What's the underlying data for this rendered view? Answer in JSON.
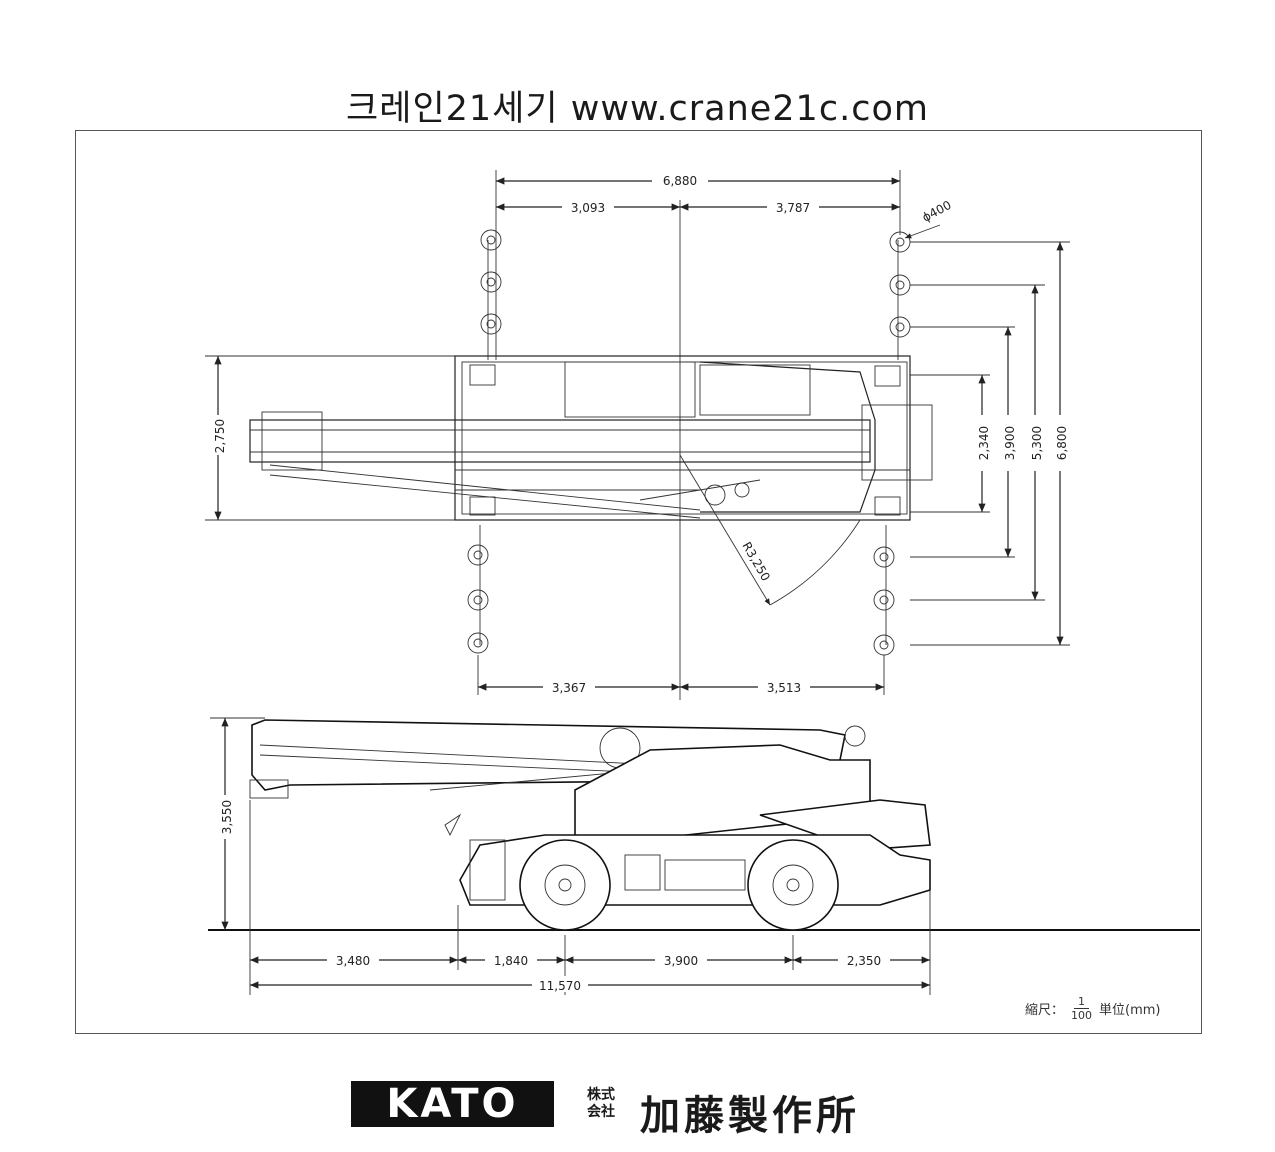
{
  "header": {
    "title": "크레인21세기 www.crane21c.com"
  },
  "plan_view": {
    "overall_width": "6,880",
    "width_left": "3,093",
    "width_right": "3,787",
    "pad_diameter": "ϕ400",
    "body_width": "2,750",
    "swing_radius": "R3,250",
    "outrigger_spans": [
      "2,340",
      "3,900",
      "5,300",
      "6,800"
    ],
    "bottom_left": "3,367",
    "bottom_right": "3,513"
  },
  "side_view": {
    "height": "3,550",
    "segments": [
      "3,480",
      "1,840",
      "3,900",
      "2,350"
    ],
    "overall_length": "11,570"
  },
  "scale": {
    "label": "縮尺：",
    "numerator": "1",
    "denominator": "100",
    "unit": "単位(mm)"
  },
  "footer": {
    "logo": "KATO",
    "kabushiki_top": "株式",
    "kabushiki_bottom": "会社",
    "company": "加藤製作所"
  }
}
